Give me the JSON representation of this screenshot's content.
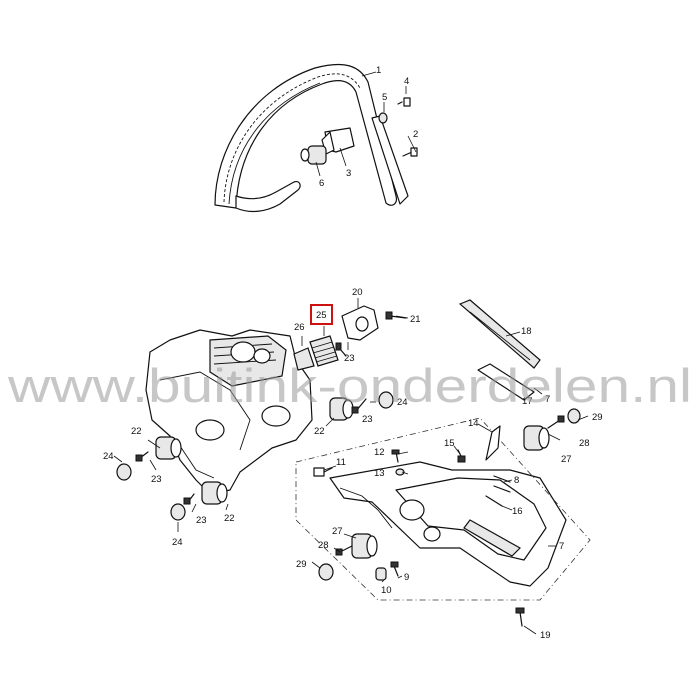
{
  "watermark": "www.buitink-onderdelen.nl",
  "highlight": {
    "part": "25",
    "color": "#cc1111"
  },
  "callouts": {
    "c1": "1",
    "c2": "2",
    "c3": "3",
    "c4": "4",
    "c5": "5",
    "c6": "6",
    "c7a": "7",
    "c7b": "7",
    "c8": "8",
    "c9": "9",
    "c10": "10",
    "c11": "11",
    "c12": "12",
    "c13": "13",
    "c14": "14",
    "c15": "15",
    "c16": "16",
    "c17": "17",
    "c18": "18",
    "c19": "19",
    "c20": "20",
    "c21": "21",
    "c22a": "22",
    "c22b": "22",
    "c22c": "22",
    "c23a": "23",
    "c23b": "23",
    "c23c": "23",
    "c23d": "23",
    "c24a": "24",
    "c24b": "24",
    "c24c": "24",
    "c25": "25",
    "c26": "26",
    "c27a": "27",
    "c27b": "27",
    "c28a": "28",
    "c28b": "28",
    "c29a": "29",
    "c29b": "29"
  }
}
